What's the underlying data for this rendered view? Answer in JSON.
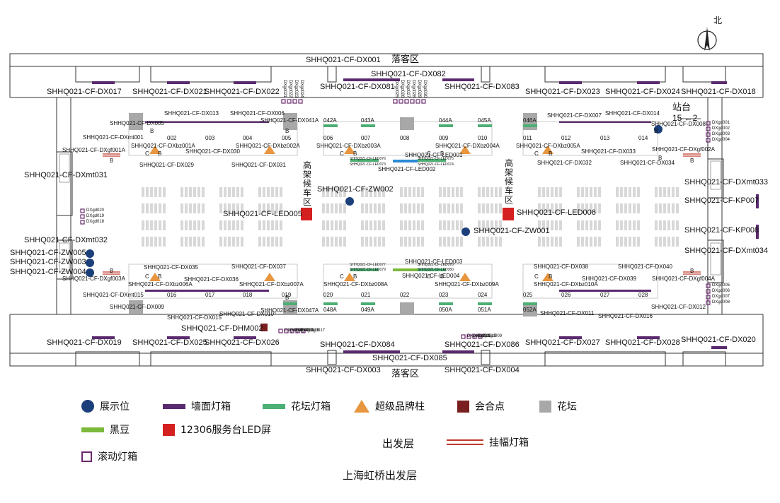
{
  "map": {
    "title": "上海虹桥出发层",
    "subtitle": "出发层",
    "north": "北",
    "drop_off_top": "落客区",
    "drop_off_bottom": "落客区",
    "platform": "站台",
    "platform_nums": "15 ←2",
    "elevated_wait_left": "高架候车区",
    "elevated_wait_right": "高架候车区"
  },
  "legend": [
    {
      "key": "display",
      "label": "展示位",
      "color": "#1a3f7a",
      "icon": "circle-icon"
    },
    {
      "key": "wall",
      "label": "墙面灯箱",
      "color": "#5a2a6e",
      "icon": "bar-icon"
    },
    {
      "key": "planter",
      "label": "花坛灯箱",
      "color": "#4caf73",
      "icon": "bar-icon"
    },
    {
      "key": "pillar",
      "label": "超级品牌柱",
      "color": "#e8963f",
      "icon": "triangle-icon"
    },
    {
      "key": "meet",
      "label": "会合点",
      "color": "#7a1f1f",
      "icon": "square-icon"
    },
    {
      "key": "flowerbed",
      "label": "花坛",
      "color": "#a8a8a8",
      "icon": "square-icon"
    },
    {
      "key": "blackbean",
      "label": "黑豆",
      "color": "#7cb83a",
      "icon": "bar-icon"
    },
    {
      "key": "led",
      "label": "12306服务台LED屏",
      "color": "#d42020",
      "icon": "square-icon"
    },
    {
      "key": "rolling",
      "label": "滚动灯箱",
      "color": "#6a2a6e",
      "icon": "hollow-square-icon"
    },
    {
      "key": "banner",
      "label": "挂幅灯箱",
      "color": "#c0392b",
      "icon": "double-line-icon"
    }
  ],
  "labels": {
    "dx001": "SHHQ021-CF-DX001",
    "dx082": "SHHQ021-CF-DX082",
    "dx081": "SHHQ021-CF-DX081",
    "dx083": "SHHQ021-CF-DX083",
    "dx017": "SHHQ021-CF-DX017",
    "dx021": "SHHQ021-CF-DX021",
    "dx022": "SHHQ021-CF-DX022",
    "dx023": "SHHQ021-CF-DX023",
    "dx024": "SHHQ021-CF-DX024",
    "dx018": "SHHQ021-CF-DX018",
    "dx013": "SHHQ021-CF-DX013",
    "dx006": "SHHQ021-CF-DX006",
    "dx005": "SHHQ021-CF-DX005",
    "dx041a": "SHHQ021-CF-DX041A",
    "dx007": "SHHQ021-CF-DX007",
    "dx014": "SHHQ021-CF-DX014",
    "dx008": "SHHQ021-CF-DX008",
    "dxmt001": "SHHQ021-CF-DXmt001",
    "dxbz001a": "SHHQ021-CF-DXbz001A",
    "dxbz002a": "SHHQ021-CF-DXbz002A",
    "dxbz003a": "SHHQ021-CF-DXbz003A",
    "dxbz004a": "SHHQ021-CF-DXbz004A",
    "dxbz005a": "SHHQ021-CF-DXbz005A",
    "dx030": "SHHQ021-CF-DX030",
    "dx029": "SHHQ021-CF-DX029",
    "dx031": "SHHQ021-CF-DX031",
    "dx032": "SHHQ021-CF-DX032",
    "dx033": "SHHQ021-CF-DX033",
    "dx034": "SHHQ021-CF-DX034",
    "dx009_top": "SHHQ021-CF-DX009",
    "dxgf001a": "SHHQ021-CF-DXgf001A",
    "dxgf002a": "SHHQ021-CF-DXgf002A",
    "led001": "SHHQ021-CF-LED001",
    "led002": "SHHQ021-CF-LED002",
    "led003": "SHHQ021-CF-LED003",
    "led004": "SHHQ021-CF-LED004",
    "led005": "SHHQ021-CF-LED005",
    "led006": "SHHQ021-CF-LED006",
    "dxmt031": "SHHQ021-CF-DXmt031",
    "dxmt032": "SHHQ021-CF-DXmt032",
    "dxmt033": "SHHQ021-CF-DXmt033",
    "dxmt034": "SHHQ021-CF-DXmt034",
    "zw001": "SHHQ021-CF-ZW001",
    "zw002": "SHHQ021-CF-ZW002",
    "zw003": "SHHQ021-CF-ZW003",
    "zw004": "SHHQ021-CF-ZW004",
    "zw005": "SHHQ021-CF-ZW005",
    "kp007": "SHHQ021-CF-KP007",
    "kp008": "SHHQ021-CF-KP008",
    "dx035": "SHHQ021-CF-DX035",
    "dx036": "SHHQ021-CF-DX036",
    "dx037": "SHHQ021-CF-DX037",
    "dx038": "SHHQ021-CF-DX038",
    "dx039": "SHHQ021-CF-DX039",
    "dx040": "SHHQ021-CF-DX040",
    "dxbz006a": "SHHQ021-CF-DXbz006A",
    "dxbz007a": "SHHQ021-CF-DXbz007A",
    "dxbz008a": "SHHQ021-CF-DXbz008A",
    "dxbz009a": "SHHQ021-CF-DXbz009A",
    "dxbz010a": "SHHQ021-CF-DXbz010A",
    "dxmt015": "SHHQ021-CF-DXmt015",
    "dx009": "SHHQ021-CF-DX009",
    "dx015": "SHHQ021-CF-DX015",
    "dx010": "SHHQ021-CF-DX010",
    "dx047a": "SHHQ021-CF-DX047A",
    "dx011": "SHHQ021-CF-DX011",
    "dx016": "SHHQ021-CF-DX016",
    "dx012": "SHHQ021-CF-DX012",
    "dxgf003a": "SHHQ021-CF-DXgf003A",
    "dxgf004a": "SHHQ021-CF-DXgf004A",
    "dhm002": "SHHQ021-CF-DHM002",
    "dx019": "SHHQ021-CF-DX019",
    "dx025": "SHHQ021-CF-DX025",
    "dx026": "SHHQ021-CF-DX026",
    "dx084": "SHHQ021-CF-DX084",
    "dx086": "SHHQ021-CF-DX086",
    "dx027": "SHHQ021-CF-DX027",
    "dx028": "SHHQ021-CF-DX028",
    "dx020": "SHHQ021-CF-DX020",
    "dx085": "SHHQ021-CF-DX085",
    "dx003": "SHHQ021-CF-DX003",
    "dx004": "SHHQ021-CF-DX004",
    "led077": "SHHQ021-CF-LED077",
    "led079": "SHHQ021-CF-LED079",
    "led078": "SHHQ021-CF-LED078",
    "led080": "SHHQ021-CF-LED080",
    "led076": "SHHQ021-CF-LED076",
    "led073": "SHHQ021-CF-LED073",
    "led075": "SHHQ021-CF-LED075",
    "led074": "SHHQ021-CF-LED074"
  },
  "gates_top": [
    "002",
    "003",
    "004",
    "005",
    "006",
    "007",
    "008",
    "009",
    "010",
    "011",
    "012",
    "013",
    "014"
  ],
  "gates_bottom": [
    "016",
    "017",
    "018",
    "019",
    "020",
    "021",
    "022",
    "023",
    "024",
    "025",
    "026",
    "027",
    "028"
  ],
  "planter_ids_top": [
    "042A",
    "043A",
    "044A",
    "045A",
    "046A"
  ],
  "planter_ids_bottom": [
    "048A",
    "049A",
    "050A",
    "051A",
    "052A"
  ],
  "rolling_right_top": [
    "DXgd001",
    "DXgd002",
    "DXgd003",
    "DXgd004"
  ],
  "rolling_right_bottom": [
    "DXgd005",
    "DXgd006",
    "DXgd007",
    "DXgd008"
  ],
  "rolling_left": [
    "DXgd020",
    "DXgd019",
    "DXgd018"
  ],
  "rolling_top_a": [
    "DXgd021",
    "DXgd022",
    "DXgd023",
    "DXgd024"
  ],
  "rolling_top_b": [
    "DXgd025",
    "DXgd026",
    "DXgd027",
    "DXgd028",
    "DXgd029",
    "DXgd030"
  ],
  "rolling_bottom_a": [
    "DXgd013",
    "DXgd014",
    "DXgd015",
    "DXgd016",
    "DXgd017"
  ],
  "rolling_bottom_b": [
    "DXgd012",
    "DXgd011",
    "DXgd010",
    "DXgd009"
  ],
  "abc": {
    "a": "A",
    "b": "B",
    "c": "C"
  }
}
